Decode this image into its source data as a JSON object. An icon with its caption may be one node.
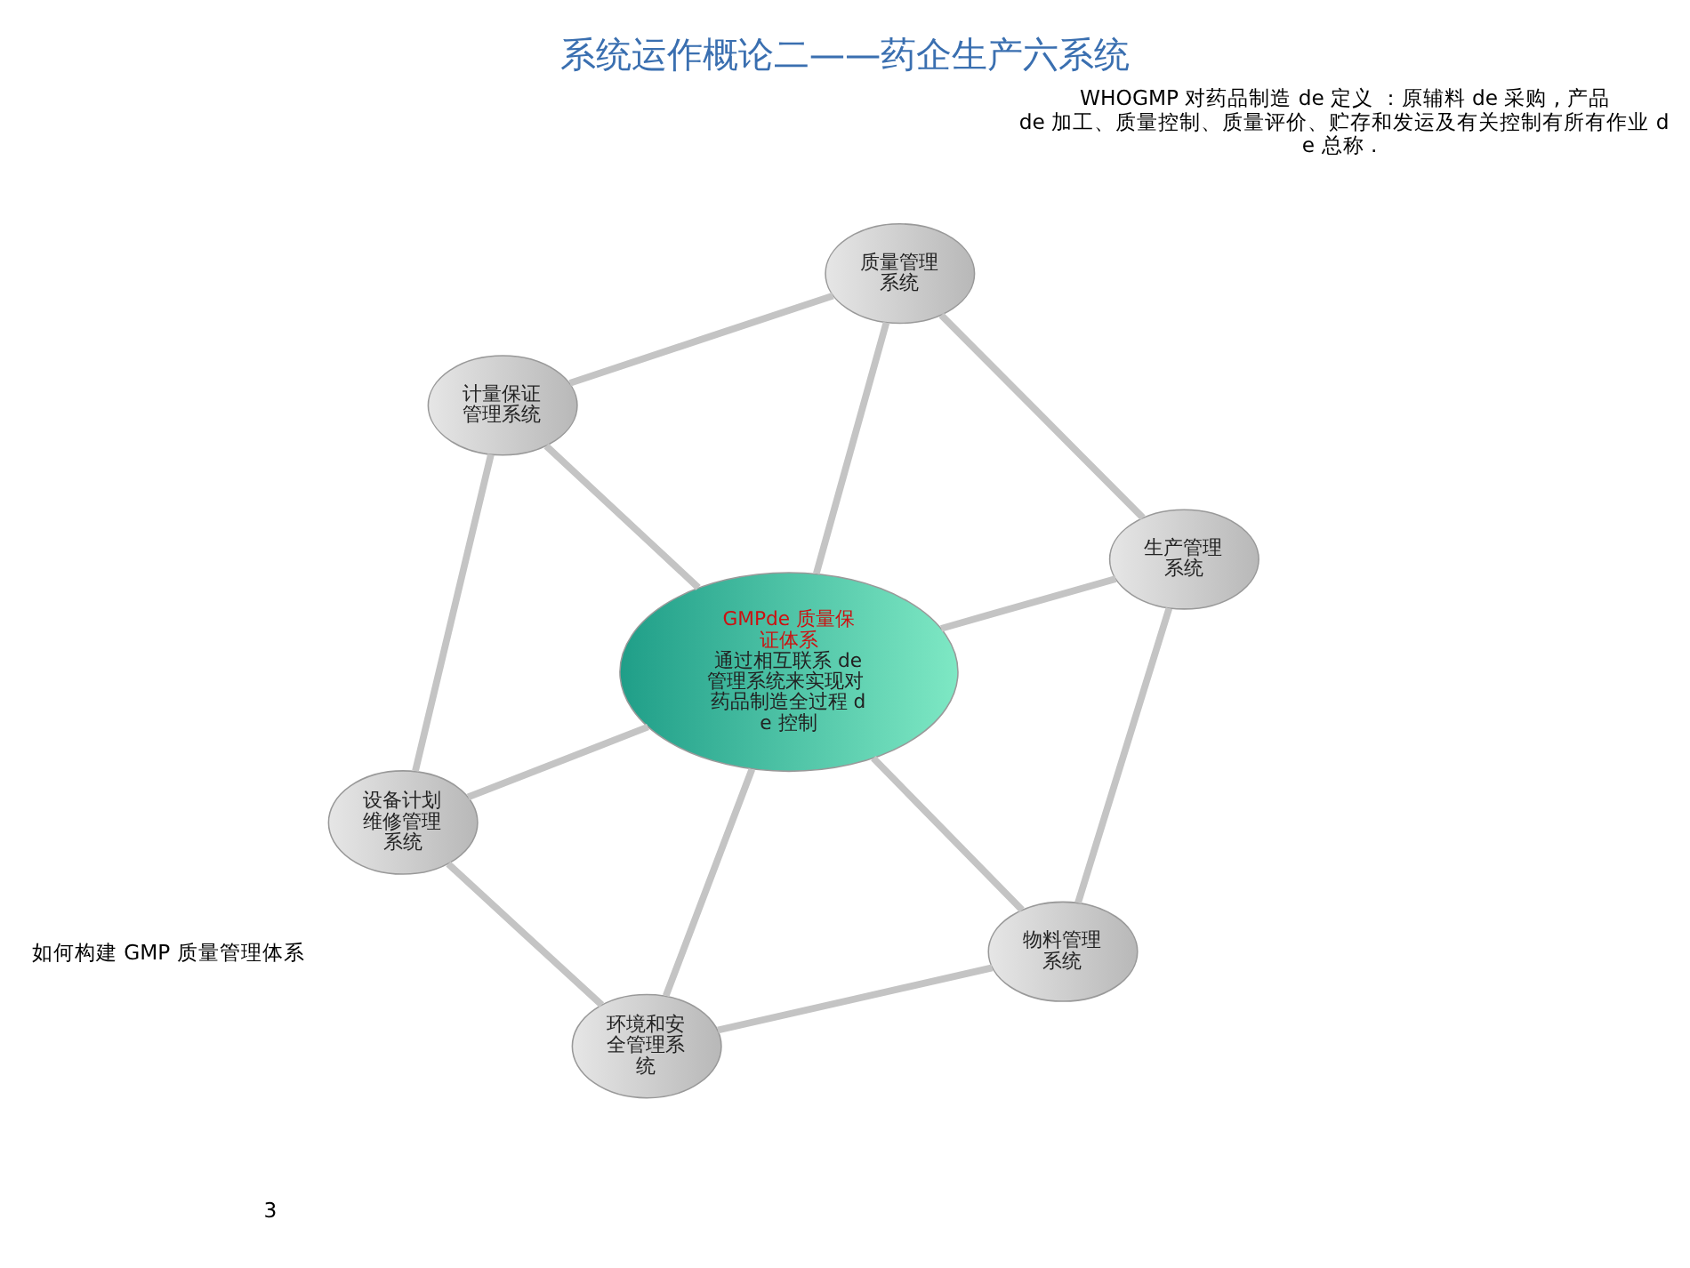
{
  "diagram": {
    "title": "系统运作概论二——药企生产六系统",
    "nodes": [
      {
        "text": [
          "GMPde 质量保证体系",
          "通过相互联系 de 管理系统来实现对药品制造全过程 de 控制"
        ]
      },
      {
        "text": [
          "生产管理系统"
        ]
      },
      {
        "text": [
          "质量管理系统"
        ]
      },
      {
        "text": [
          "计量保证管理系统"
        ]
      },
      {
        "text": [
          "设备计划维修管理系统"
        ]
      },
      {
        "text": [
          "环境和安全管理系统"
        ]
      },
      {
        "text": [
          "物料管理系统"
        ]
      }
    ],
    "edges": [
      {
        "from": 0,
        "to": 1,
        "arrow": "none"
      },
      {
        "from": 0,
        "to": 2,
        "arrow": "none"
      },
      {
        "from": 0,
        "to": 3,
        "arrow": "none"
      },
      {
        "from": 0,
        "to": 4,
        "arrow": "none"
      },
      {
        "from": 0,
        "to": 5,
        "arrow": "none"
      },
      {
        "from": 0,
        "to": 6,
        "arrow": "none"
      },
      {
        "from": 1,
        "to": 2,
        "arrow": "none"
      },
      {
        "from": 2,
        "to": 3,
        "arrow": "none"
      },
      {
        "from": 3,
        "to": 4,
        "arrow": "none"
      },
      {
        "from": 4,
        "to": 5,
        "arrow": "none"
      },
      {
        "from": 5,
        "to": 6,
        "arrow": "none"
      },
      {
        "from": 6,
        "to": 1,
        "arrow": "none"
      }
    ],
    "labels": [
      "WHOGMP 对药品制造 de 定义 ：原辅料 de 采购 , 产品 de 加工、质量控制、质量评价、贮存和发运及有关控制有所有作业 de 总称 .",
      "如何构建 GMP 质量管理体系",
      "3"
    ]
  }
}
